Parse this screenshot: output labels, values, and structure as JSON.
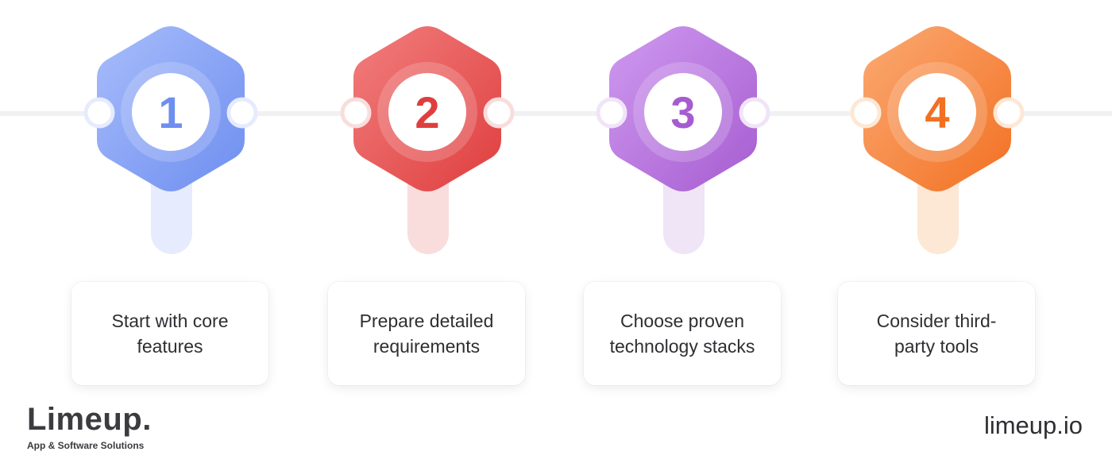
{
  "steps": [
    {
      "number": "1",
      "label": "Start with core features",
      "color": "#6e8ef0",
      "light": "#a8bdfb",
      "stem": "#e6ebfd"
    },
    {
      "number": "2",
      "label": "Prepare detailed requirements",
      "color": "#df3e3e",
      "light": "#f27e7e",
      "stem": "#f9dddd"
    },
    {
      "number": "3",
      "label": "Choose proven technology stacks",
      "color": "#a65cd0",
      "light": "#cf9af0",
      "stem": "#f0e4f7"
    },
    {
      "number": "4",
      "label": "Consider third-party tools",
      "color": "#f27022",
      "light": "#fbaa73",
      "stem": "#fde8d5"
    }
  ],
  "brand": {
    "name": "Limeup.",
    "tagline": "App & Software Solutions",
    "website": "limeup.io"
  }
}
